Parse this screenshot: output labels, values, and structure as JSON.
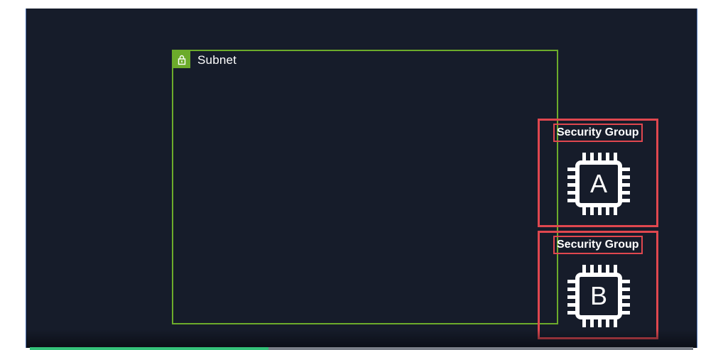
{
  "diagram": {
    "subnet": {
      "label": "Subnet",
      "icon": "lock-icon",
      "color": "#6cab2b"
    },
    "security_groups": [
      {
        "title": "Security Group",
        "instance_label": "A",
        "icon": "ec2-chip-icon"
      },
      {
        "title": "Security Group",
        "instance_label": "B",
        "icon": "ec2-chip-icon"
      }
    ],
    "colors": {
      "background": "#161c2a",
      "security_group_border": "#e0474f",
      "text": "#ffffff"
    }
  },
  "player": {
    "progress_fraction": 0.36,
    "progress_color": "#35c27a"
  }
}
